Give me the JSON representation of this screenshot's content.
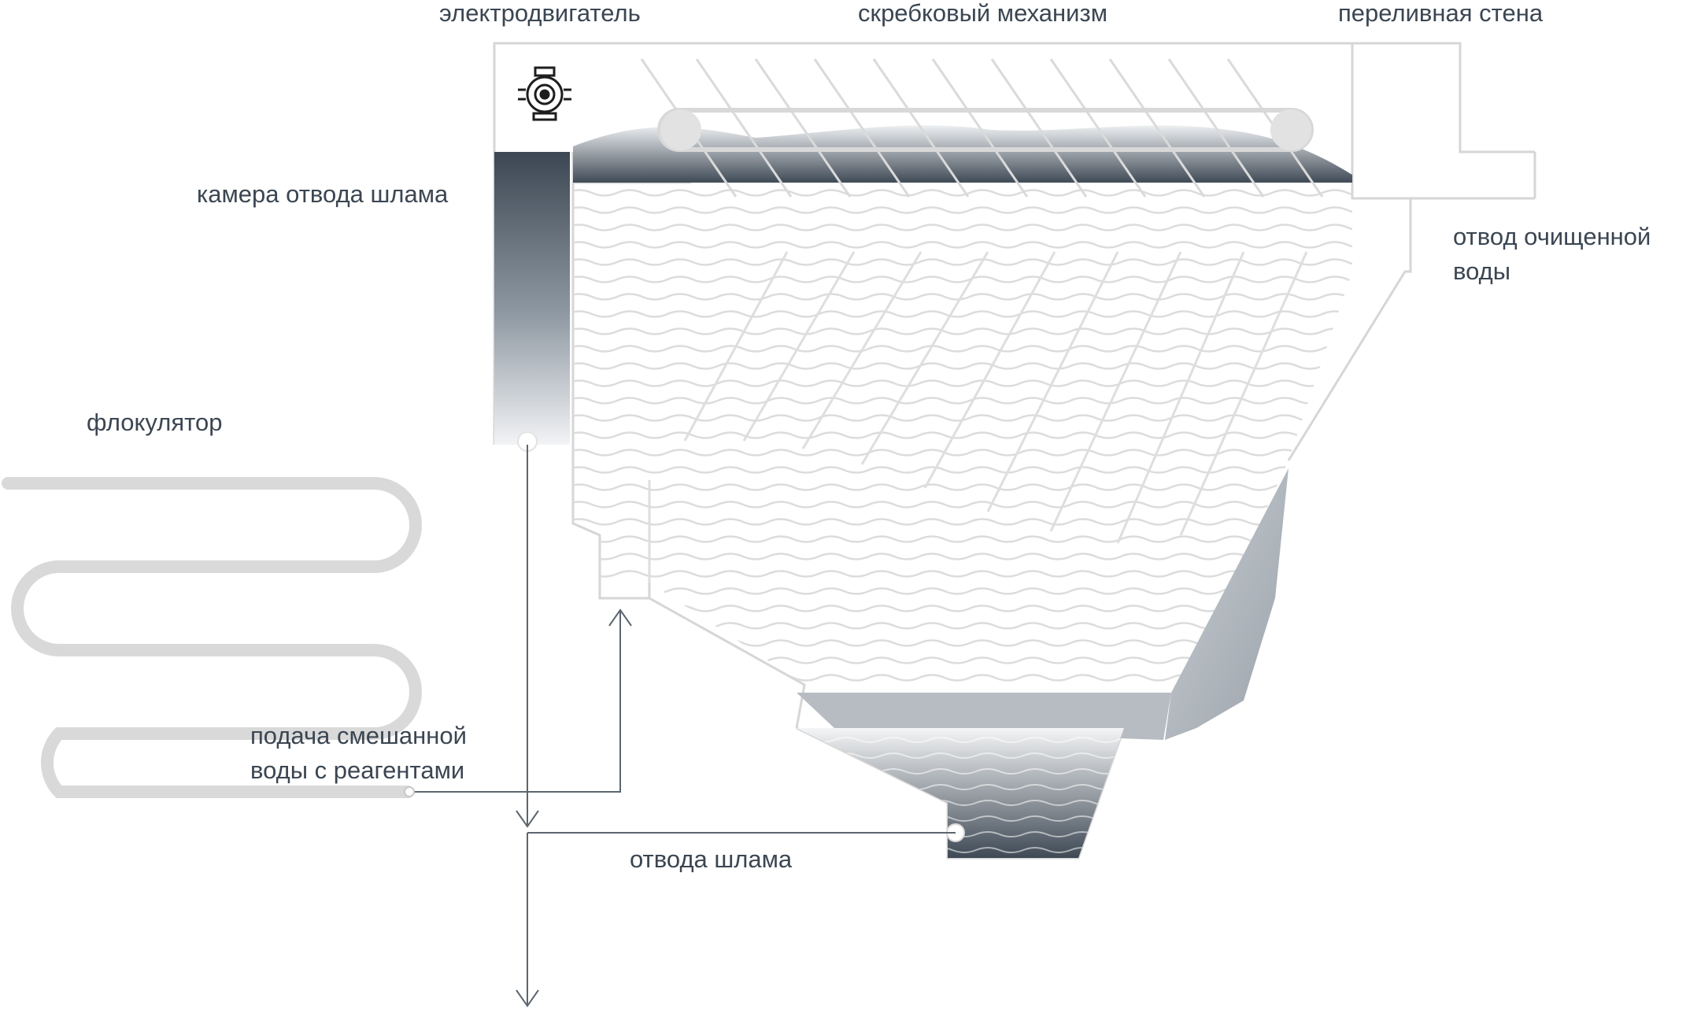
{
  "labels": {
    "motor": "электродвигатель",
    "scraper": "скребковый механизм",
    "overflow_wall": "переливная стена",
    "sludge_chamber": "камера отвода шлама",
    "clean_water_line1": "отвод очищенной",
    "clean_water_line2": "воды",
    "flocculator": "флокулятор",
    "mixed_water_line1": "подача смешанной",
    "mixed_water_line2": "воды с реагентами",
    "sludge_outlet": "отвода шлама"
  },
  "icons": {
    "motor": "motor-icon"
  },
  "colors": {
    "outline": "#d6d6d6",
    "text": "#3b4652",
    "sludge_dark": "#3f4a56",
    "line": "#5c6670"
  }
}
